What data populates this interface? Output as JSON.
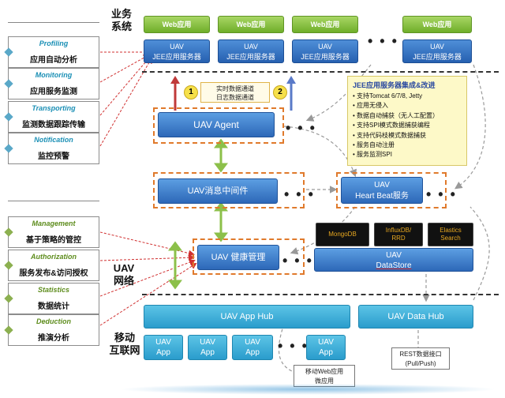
{
  "layers": {
    "business": [
      "业务",
      "系统"
    ],
    "uav_network": [
      "UAV",
      "网络"
    ],
    "mobile": [
      "移动",
      "互联网"
    ]
  },
  "capabilities_top": [
    {
      "en": "Profiling",
      "cn": "应用自动分析"
    },
    {
      "en": "Monitoring",
      "cn": "应用服务监测"
    },
    {
      "en": "Transporting",
      "cn": "监测数据跟踪传输"
    },
    {
      "en": "Notification",
      "cn": "监控预警"
    }
  ],
  "capabilities_bottom": [
    {
      "en": "Management",
      "cn": "基于策略的管控"
    },
    {
      "en": "Authorization",
      "cn": "服务发布&访问授权"
    },
    {
      "en": "Statistics",
      "cn": "数据统计"
    },
    {
      "en": "Deduction",
      "cn": "推演分析"
    }
  ],
  "business_systems": {
    "web_label": "Web应用",
    "jee_line1": "UAV",
    "jee_line2": "JEE应用服务器",
    "ellipsis": "• • •"
  },
  "stream_note": {
    "line1": "实时数据通道",
    "line2": "日志数据通道",
    "badge1": "1",
    "badge2": "2"
  },
  "jee_features": {
    "title": "JEE应用服务器集成&改进",
    "items": [
      "支持Tomcat 6/7/8, Jetty",
      "应用无侵入",
      "数据自动捕获（无人工配置）",
      "支持SPI模式数据捕获编程",
      "支持代码枝模式数据捕获",
      "服务自动注册",
      "服务监测SPI"
    ]
  },
  "components": {
    "agent": "UAV Agent",
    "mq": "UAV消息中间件",
    "health": "UAV 健康管理",
    "heartbeat_line1": "UAV",
    "heartbeat_line2": "Heart Beat服务",
    "datastore_line1": "UAV",
    "datastore_line2": "DataStore",
    "app_hub": "UAV App Hub",
    "data_hub": "UAV Data Hub",
    "ellipsis": "• • •"
  },
  "storage": [
    {
      "line1": "MongoDB",
      "line2": ""
    },
    {
      "line1": "InfluxDB/",
      "line2": "RRD"
    },
    {
      "line1": "Elastics",
      "line2": "Search"
    }
  ],
  "mobile": {
    "app_line1": "UAV",
    "app_line2": "App",
    "note_line1": "移动Web应用",
    "note_line2": "微应用",
    "rest_line1": "REST数据接口",
    "rest_line2": "(Pull/Push)"
  },
  "colors": {
    "web_green": "#7fbc36",
    "jee_blue": "#2f6cc0",
    "component_blue": "#3a78c8",
    "hub_teal": "#34a8d4",
    "dash_orange": "#e07a2c",
    "link_red": "#d03030",
    "arrow_green": "#8cc04a"
  }
}
